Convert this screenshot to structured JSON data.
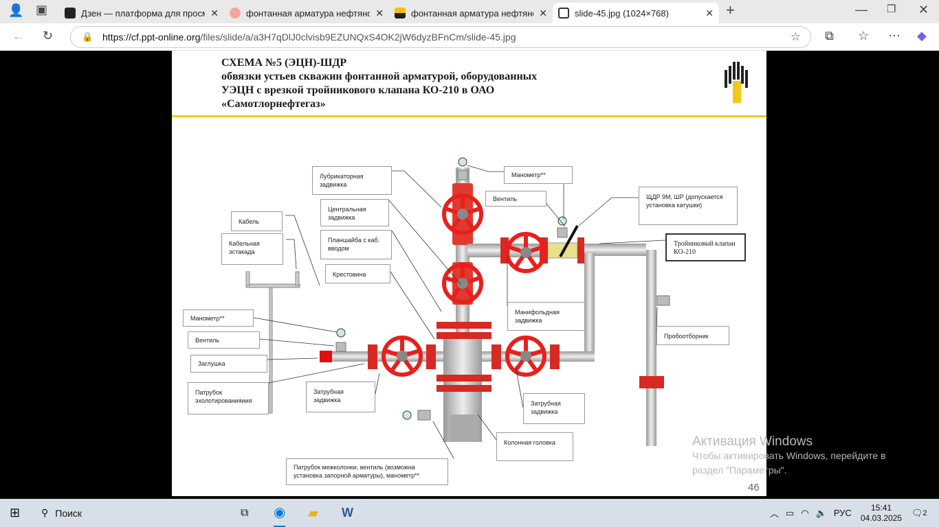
{
  "browser": {
    "tabs": [
      {
        "title": "Дзен — платформа для просмо",
        "icon": "dzen-icon"
      },
      {
        "title": "фонтанная арматура нефтяной",
        "icon": "yandex-icon"
      },
      {
        "title": "фонтанная арматура нефтяной",
        "icon": "image-icon"
      },
      {
        "title": "slide-45.jpg (1024×768)",
        "icon": "file-icon",
        "active": true
      }
    ],
    "new_tab": "+",
    "url_host": "https://cf.ppt-online.org",
    "url_path": "/files/slide/a/a3H7qDlJ0clvisb9EZUNQxS4OK2jW6dyzBFnCm/slide-45.jpg"
  },
  "slide": {
    "title_lines": [
      "СХЕМА №5 (ЭЦН)-ШДР",
      "обвязки устьев скважин фонтанной арматурой, оборудованных",
      "УЭЦН с врезкой тройникового клапана КО-210 в ОАО",
      "«Самотлорнефтегаз»"
    ],
    "labels": {
      "lubricator": "Лубрикаторная задвижка",
      "central": "Центральная задвижка",
      "planshaiba": "Планшайба с каб. вводом",
      "krestovina": "Крестовина",
      "cable": "Кабель",
      "cable_rack": "Кабельная эстакада",
      "gauge_left": "Манометр**",
      "valve_left": "Вентиль",
      "plug": "Заглушка",
      "echo_pipe": "Патрубок эхолотированияиия",
      "annular_left": "Затрубная задвижка",
      "interstring": "Патрубок межколонки, вентиль (возможна установка запорной арматуры), манометр**",
      "column_head": "Колонная головка",
      "annular_right": "Затрубная задвижка",
      "manifold": "Манифольдная задвижка",
      "gauge_top": "Манометр**",
      "valve_top": "Вентиль",
      "shdr": "ЩДР 9М, ШР (допускается установка катушки)",
      "tee_valve": "Тройниковый клапан КО-210",
      "sampler": "Пробоотборник"
    },
    "page_number": "46"
  },
  "watermark": {
    "title": "Активация Windows",
    "line1": "Чтобы активировать Windows, перейдите в",
    "line2": "раздел \"Параметры\"."
  },
  "taskbar": {
    "search": "Поиск",
    "lang": "РУС",
    "time": "15:41",
    "date": "04.03.2025",
    "notifications": "2"
  },
  "colors": {
    "valve": "#e8201c",
    "yellow": "#f2c81a"
  }
}
